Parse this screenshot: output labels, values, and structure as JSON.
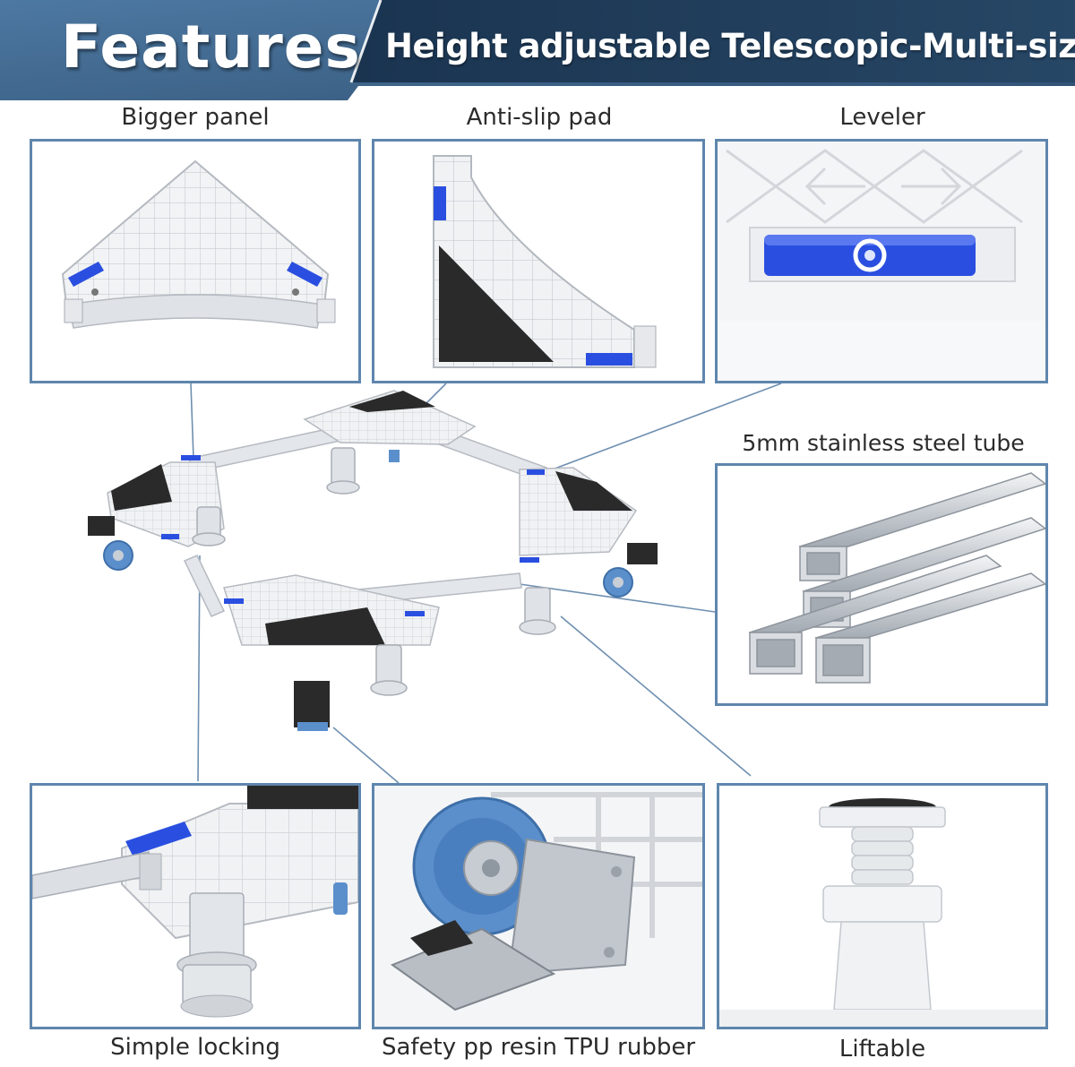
{
  "banner": {
    "title": "Features",
    "subtitle": "Height adjustable Telescopic-Multi-size"
  },
  "panels": {
    "bigger_panel": {
      "label": "Bigger panel"
    },
    "anti_slip_pad": {
      "label": "Anti-slip pad"
    },
    "leveler": {
      "label": "Leveler"
    },
    "steel_tube": {
      "label": "5mm stainless steel tube"
    },
    "simple_locking": {
      "label": "Simple locking"
    },
    "wheel": {
      "label": "Safety pp resin TPU rubber"
    },
    "liftable": {
      "label": "Liftable"
    }
  },
  "icons": {
    "product": "adjustable-appliance-base-icon",
    "wheel": "caster-wheel-icon",
    "foot": "adjustable-foot-icon",
    "tube": "steel-tube-icon"
  },
  "colors": {
    "banner_dark": "#1e3a56",
    "banner_mid": "#3e6489",
    "panel_border": "#5f86ad",
    "connector_line": "#6f8fb0",
    "accent_blue": "#2a4fe0",
    "wheel_blue": "#5b8fcc",
    "pad_black": "#2a2a2a",
    "plastic_white": "#eef0f3",
    "steel": "#b9bec4"
  }
}
